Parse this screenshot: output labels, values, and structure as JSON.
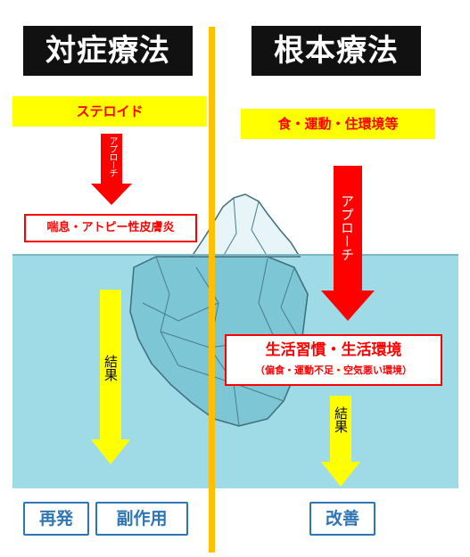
{
  "left": {
    "title": "対症療法",
    "medicine": "ステロイド",
    "approach": "アプローチ",
    "symptom": "喘息・アトピー性皮膚炎",
    "result": "結果",
    "outcomes": [
      "再発",
      "副作用"
    ]
  },
  "right": {
    "title": "根本療法",
    "factors": "食・運動・住環境等",
    "approach": "アプローチ",
    "cause_main": "生活習慣・生活環境",
    "cause_sub": "（偏食・運動不足・空気悪い環境）",
    "result": "結果",
    "outcome": "改善"
  },
  "colors": {
    "red": "#ff0000",
    "yellow": "#ffff00",
    "blue": "#2e75b6",
    "water": "#9fdbe6",
    "divider": "#ffc000",
    "title_bg": "#111111"
  }
}
